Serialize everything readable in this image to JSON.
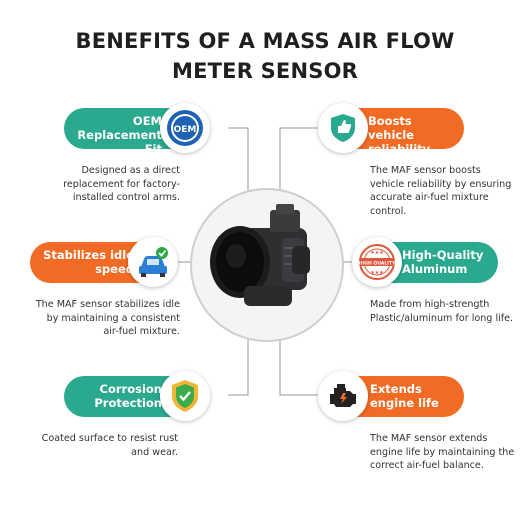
{
  "title": {
    "line1": "BENEFITS OF A MASS AIR FLOW",
    "line2": "METER SENSOR"
  },
  "benefits": [
    {
      "label": "OEM Replacement Fit",
      "icon": "oem-seal-icon",
      "badge_text": "OEM",
      "description": "Designed as a direct replacement for factory-installed control arms."
    },
    {
      "label": "Boosts vehicle reliability",
      "icon": "thumbs-up-shield-icon",
      "description": "The MAF sensor boosts vehicle reliability by ensuring accurate air-fuel mixture control."
    },
    {
      "label": "Stabilizes idle speed",
      "icon": "car-check-icon",
      "description": "The MAF sensor stabilizes idle by maintaining a consistent air-fuel mixture."
    },
    {
      "label": "High-Quality Aluminum",
      "icon": "high-quality-stamp-icon",
      "badge_text": "HIGH QUALITY",
      "description": "Made from high-strength Plastic/aluminum for long life."
    },
    {
      "label": "Corrosion Protection",
      "icon": "shield-check-icon",
      "description": "Coated surface to resist rust and wear."
    },
    {
      "label": "Extends engine life",
      "icon": "engine-icon",
      "description": "The MAF sensor extends engine life by maintaining the correct air-fuel balance."
    }
  ],
  "colors": {
    "green": "#2aa98f",
    "orange": "#f26b24",
    "line": "#9a9a9a"
  },
  "product_image": "mass-air-flow-sensor"
}
